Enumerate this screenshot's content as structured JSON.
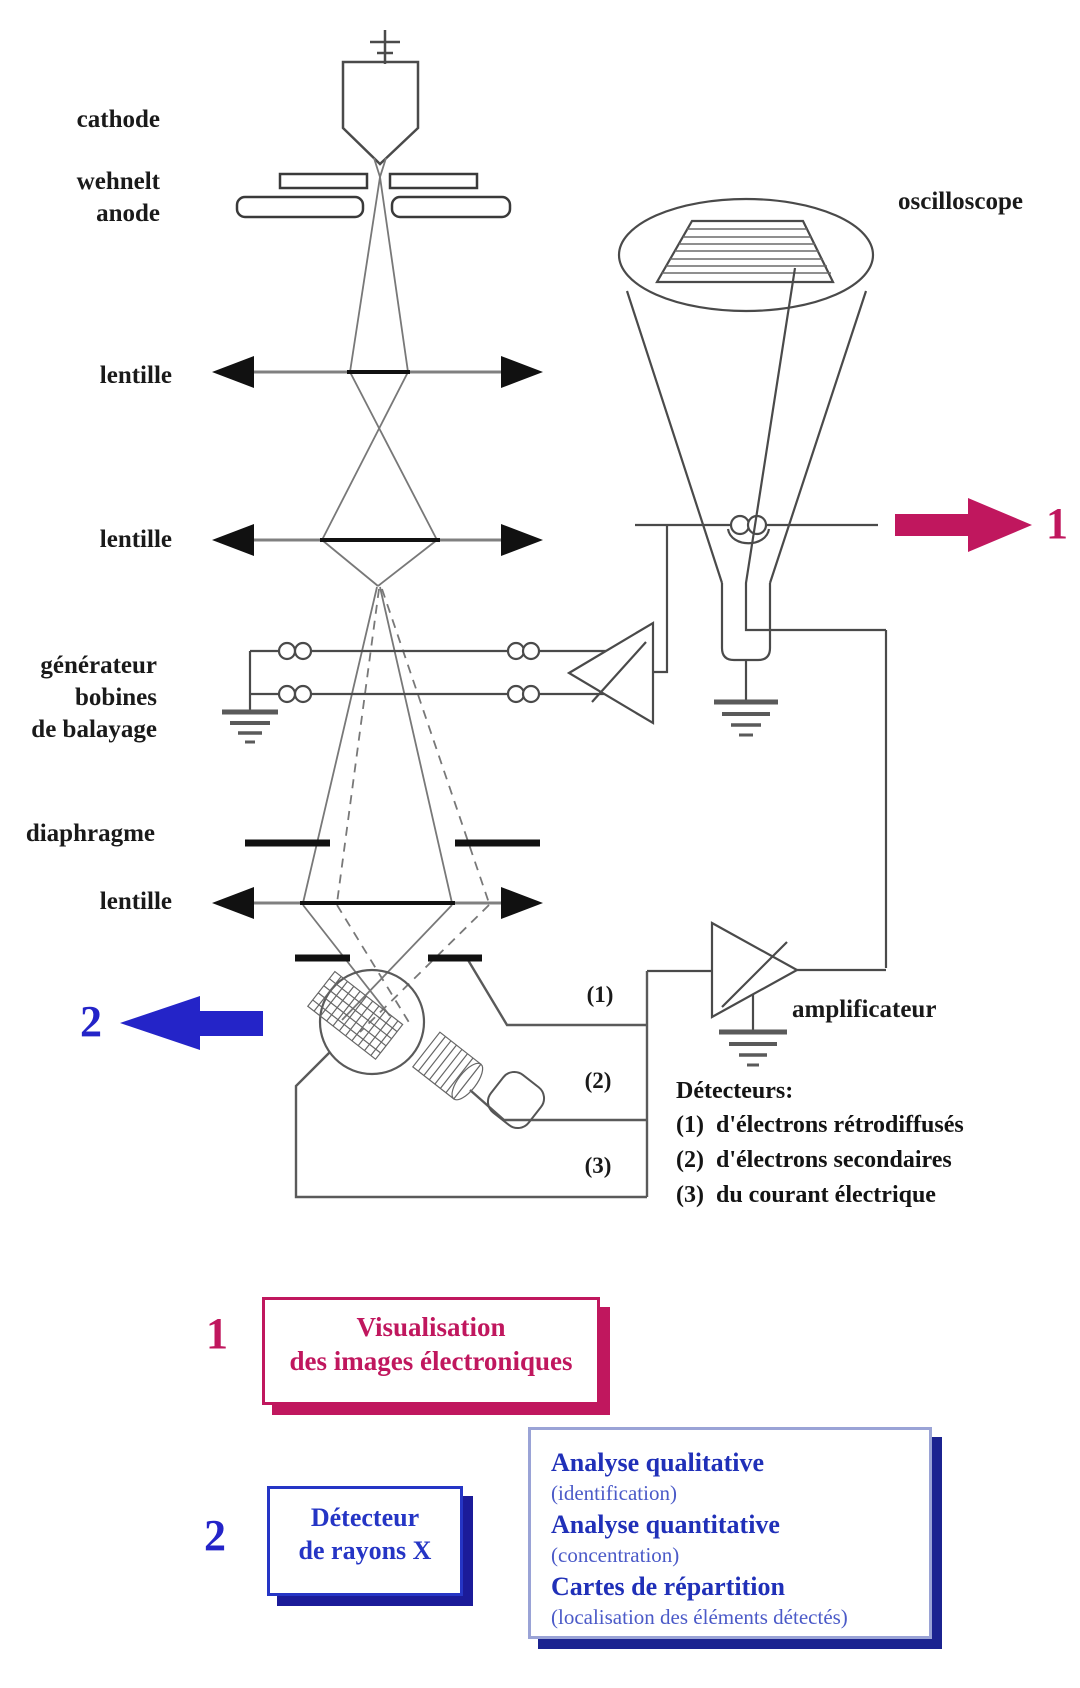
{
  "colors": {
    "magenta": "#c0175e",
    "blue": "#2424c8",
    "navy": "#1b1b99",
    "line": "#4a4a4a"
  },
  "labels": {
    "cathode": "cathode",
    "wehnelt": "wehnelt",
    "anode": "anode",
    "lens_top": "lentille",
    "lens_mid": "lentille",
    "lens_bottom": "lentille",
    "generator": [
      "générateur",
      "bobines",
      "de balayage"
    ],
    "diaphragm": "diaphragme",
    "oscilloscope": "oscilloscope",
    "amplifier": "amplificateur"
  },
  "wire_tags": {
    "t1": "(1)",
    "t2": "(2)",
    "t3": "(3)"
  },
  "outputs": {
    "one": "1",
    "two": "2"
  },
  "detectors": {
    "title": "Détecteurs:",
    "item1": "(1)  d'électrons rétrodiffusés",
    "item2": "(2)  d'électrons secondaires",
    "item3": "(3)  du courant électrique"
  },
  "callout1": {
    "number": "1",
    "line1": "Visualisation",
    "line2": "des images électroniques"
  },
  "callout2": {
    "number": "2",
    "line1": "Détecteur",
    "line2": "de rayons X"
  },
  "analysis": {
    "b1": "Analyse qualitative",
    "n1": "(identification)",
    "b2": "Analyse quantitative",
    "n2": "(concentration)",
    "b3": "Cartes de répartition",
    "n3": "(localisation des éléments détectés)"
  }
}
